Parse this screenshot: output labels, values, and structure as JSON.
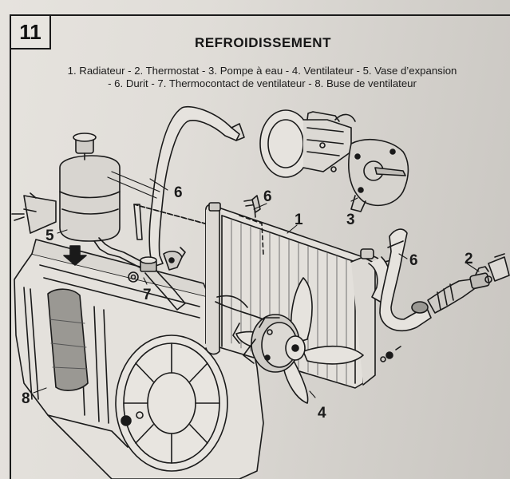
{
  "section": {
    "number": "11"
  },
  "title": "REFROIDISSEMENT",
  "legend": {
    "line1": "1. Radiateur - 2. Thermostat - 3. Pompe à eau - 4. Ventilateur - 5. Vase d’expansion",
    "line2": "- 6. Durit - 7. Thermocontact de ventilateur - 8. Buse de ventilateur"
  },
  "callouts": {
    "radiator": "1",
    "thermostat": "2",
    "water_pump": "3",
    "fan": "4",
    "expansion_tank": "5",
    "hose_top": "6",
    "hose_mid": "6",
    "hose_right": "6",
    "fan_switch": "7",
    "fan_shroud": "8"
  },
  "colors": {
    "ink": "#1a1a1a",
    "paper": "#e3e0db"
  }
}
